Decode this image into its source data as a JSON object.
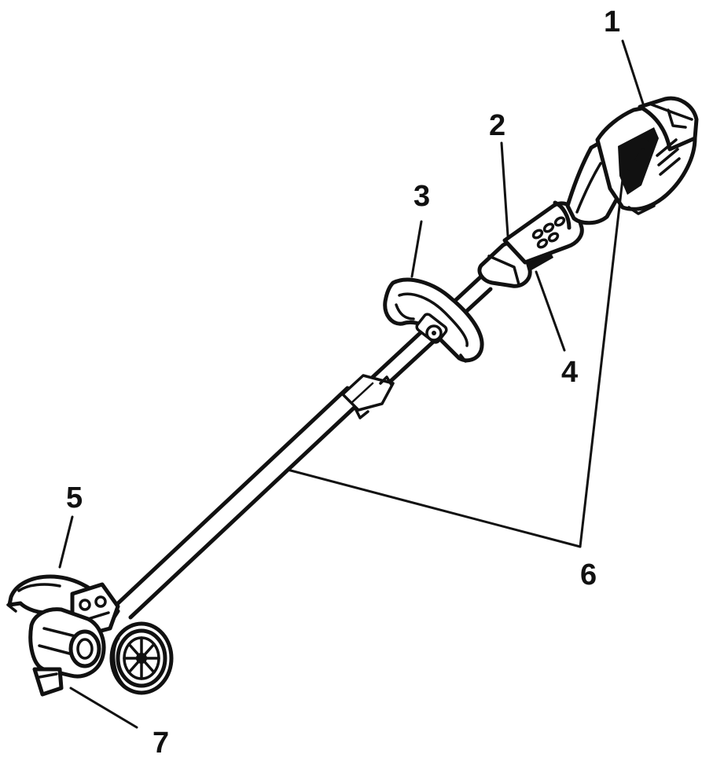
{
  "diagram": {
    "colors": {
      "ink": "#111111",
      "background": "#ffffff"
    },
    "callouts": [
      {
        "id": "1",
        "label": "1"
      },
      {
        "id": "2",
        "label": "2"
      },
      {
        "id": "3",
        "label": "3"
      },
      {
        "id": "4",
        "label": "4"
      },
      {
        "id": "5",
        "label": "5"
      },
      {
        "id": "6",
        "label": "6"
      },
      {
        "id": "7",
        "label": "7"
      }
    ]
  }
}
